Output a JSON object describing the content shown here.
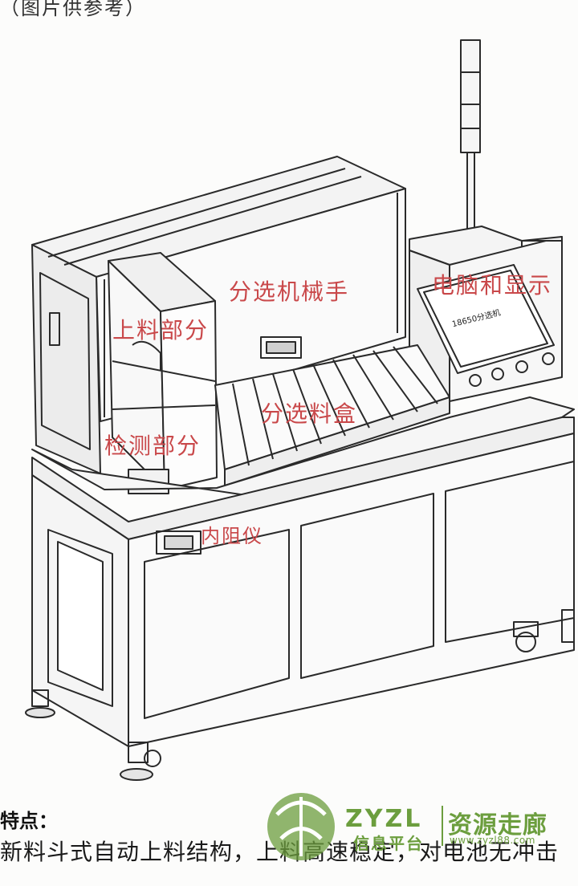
{
  "caption_top": "（图片供参考）",
  "labels": {
    "sorting_arm": "分选机械手",
    "computer_display": "电脑和显示",
    "loading": "上料部分",
    "sorting_box": "分选料盒",
    "detection": "检测部分",
    "resistance_meter": "内阻仪"
  },
  "panel_text": "18650分选机",
  "features": {
    "title": "特点：",
    "line1": "新料斗式自动上料结构，上料高速稳定，对电池无冲击"
  },
  "watermark": {
    "brand": "ZYZL",
    "sub": "信息平台",
    "cn": "资源走廊",
    "url": "www.zyzl88.com",
    "color": "#6c9e3e"
  }
}
